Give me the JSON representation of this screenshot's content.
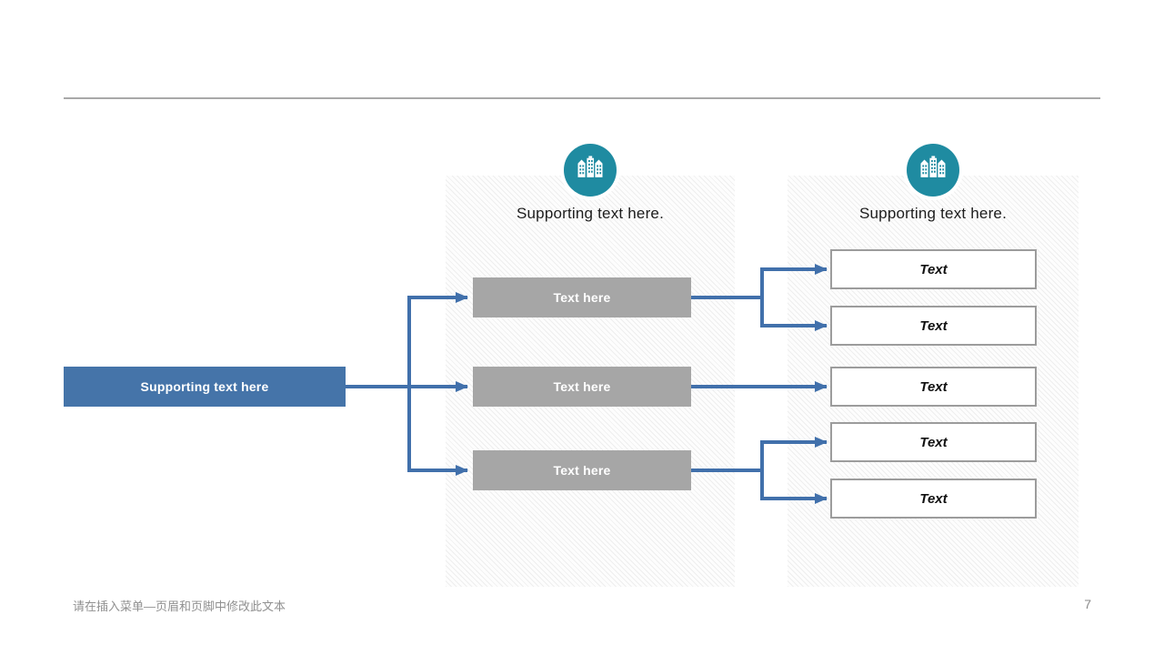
{
  "slide": {
    "footer_note": "请在插入菜单—页眉和页脚中修改此文本",
    "page_number": "7"
  },
  "diagram": {
    "root": {
      "label": "Supporting text here"
    },
    "level2": {
      "icon": "buildings-icon",
      "title": "Supporting text here.",
      "items": [
        {
          "label": "Text here"
        },
        {
          "label": "Text here"
        },
        {
          "label": "Text here"
        }
      ]
    },
    "level3": {
      "icon": "buildings-icon",
      "title": "Supporting text here.",
      "items": [
        {
          "label": "Text"
        },
        {
          "label": "Text"
        },
        {
          "label": "Text"
        },
        {
          "label": "Text"
        },
        {
          "label": "Text"
        }
      ]
    }
  },
  "colors": {
    "accent_blue": "#4574a9",
    "connector_blue": "#4170ab",
    "icon_teal": "#1f8ba1",
    "gray_box": "#a6a6a6",
    "white_box_border": "#9c9c9c",
    "divider_gray": "#a9a9a9",
    "footer_gray": "#909090",
    "title_text": "#1d1d1d"
  }
}
